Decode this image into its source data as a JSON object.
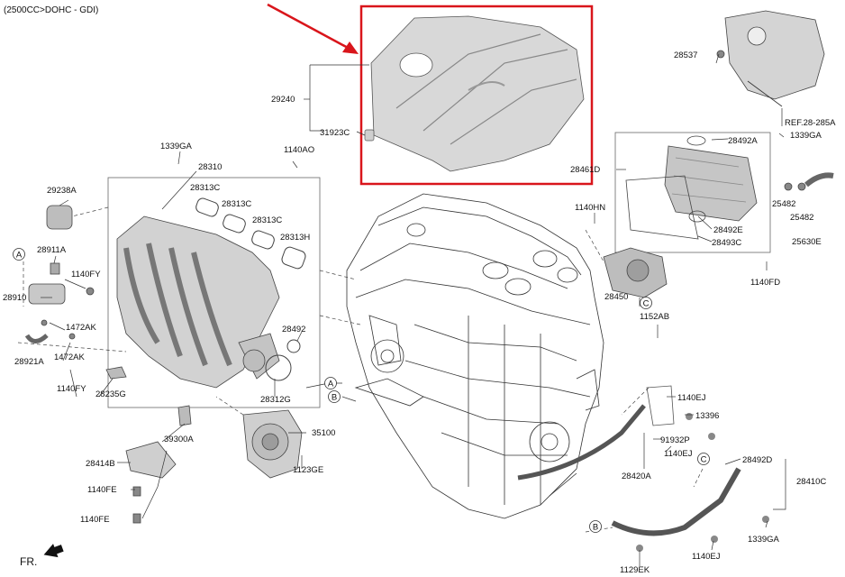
{
  "header": {
    "spec": "(2500CC>DOHC - GDI)"
  },
  "direction_label": "FR.",
  "highlight_color": "#d9151b",
  "part_labels": {
    "p29240": "29240",
    "p31923C": "31923C",
    "p1339GA_top": "1339GA",
    "p28310": "28310",
    "p1140AO": "1140AO",
    "p29238A": "29238A",
    "p28313C_1": "28313C",
    "p28313C_2": "28313C",
    "p28313C_3": "28313C",
    "p28313H": "28313H",
    "p28911A": "28911A",
    "p1140FY_1": "1140FY",
    "p28910": "28910",
    "p1472AK_1": "1472AK",
    "p28921A": "28921A",
    "p1472AK_2": "1472AK",
    "p28492_mid": "28492",
    "p1140FY_2": "1140FY",
    "p28235G": "28235G",
    "p28312G": "28312G",
    "p39300A": "39300A",
    "p35100": "35100",
    "p28414B": "28414B",
    "p1123GE": "1123GE",
    "p1140FE_1": "1140FE",
    "p1140FE_2": "1140FE",
    "p28537": "28537",
    "pREF": "REF.28-285A",
    "p1339GA_right": "1339GA",
    "p28492A": "28492A",
    "p28461D": "28461D",
    "p25482_1": "25482",
    "p25482_2": "25482",
    "p25630E": "25630E",
    "p1140HN": "1140HN",
    "p28492E": "28492E",
    "p28493C": "28493C",
    "p1140FD": "1140FD",
    "p28450": "28450",
    "p1152AB": "1152AB",
    "p1140EJ_1": "1140EJ",
    "p13396": "13396",
    "p91932P": "91932P",
    "p1140EJ_2": "1140EJ",
    "p28420A": "28420A",
    "p28492D": "28492D",
    "p28410C": "28410C",
    "p1339GA_bottom": "1339GA",
    "p1140EJ_3": "1140EJ",
    "p1129EK": "1129EK"
  },
  "callouts": {
    "A_left": "A",
    "A_center": "A",
    "B_center": "B",
    "B_bottom": "B",
    "C_mid": "C",
    "C_bottom": "C"
  }
}
